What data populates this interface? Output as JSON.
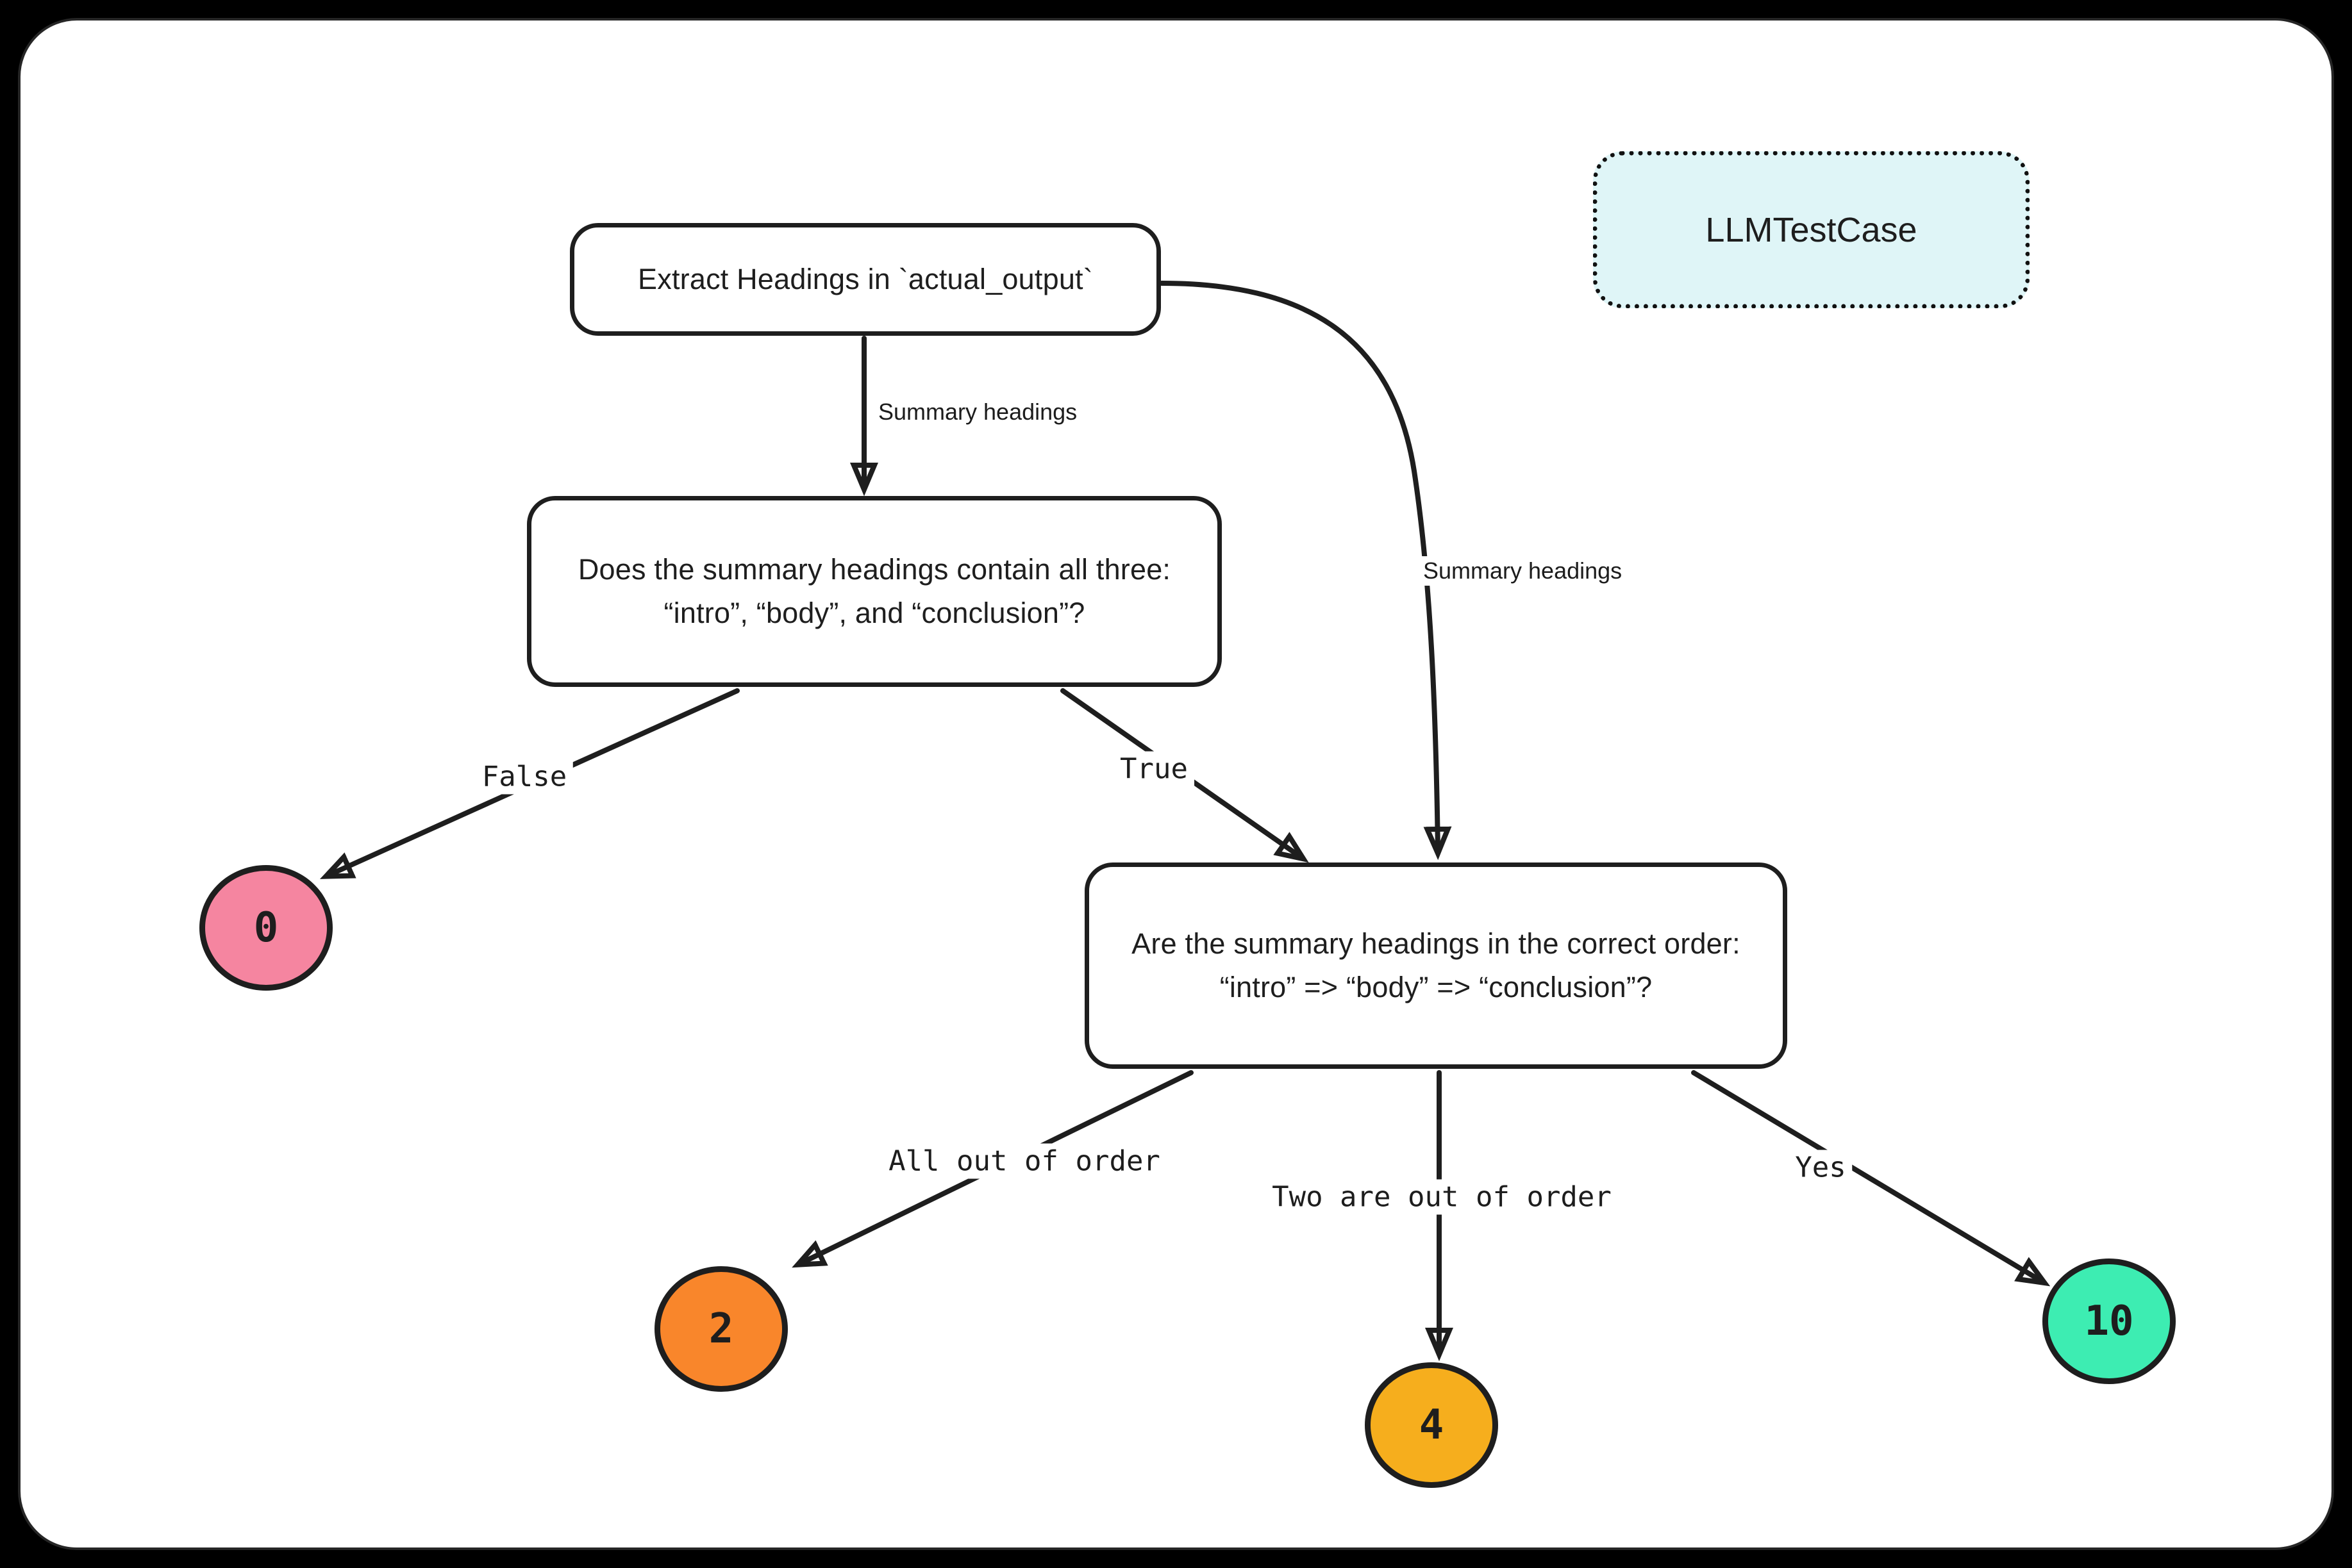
{
  "diagram": {
    "title": "LLM summary headings scoring decision tree",
    "ink_color": "#1e1e1e",
    "canvas_bg": "#ffffff",
    "frame_bg": "#000000",
    "legend": {
      "label": "LLMTestCase",
      "fill": "#dff5f7"
    },
    "nodes": {
      "extract": {
        "label": "Extract Headings in `actual_output`"
      },
      "contains": {
        "line1": "Does the summary headings contain all three:",
        "line2": "“intro”, “body”, and “conclusion”?"
      },
      "order": {
        "line1": "Are the summary headings in the correct order:",
        "line2": "“intro” => “body” => “conclusion”?"
      }
    },
    "edges": {
      "extract_to_contains_label": "Summary headings",
      "extract_to_order_label": "Summary headings",
      "contains_false_label": "False",
      "contains_true_label": "True",
      "order_all_label": "All out of order",
      "order_two_label": "Two are out of order",
      "order_yes_label": "Yes"
    },
    "terminals": {
      "score0": {
        "value": "0",
        "fill": "#f585a0"
      },
      "score2": {
        "value": "2",
        "fill": "#f9862b"
      },
      "score4": {
        "value": "4",
        "fill": "#f6ae1d"
      },
      "score10": {
        "value": "10",
        "fill": "#3dedb2"
      }
    }
  }
}
